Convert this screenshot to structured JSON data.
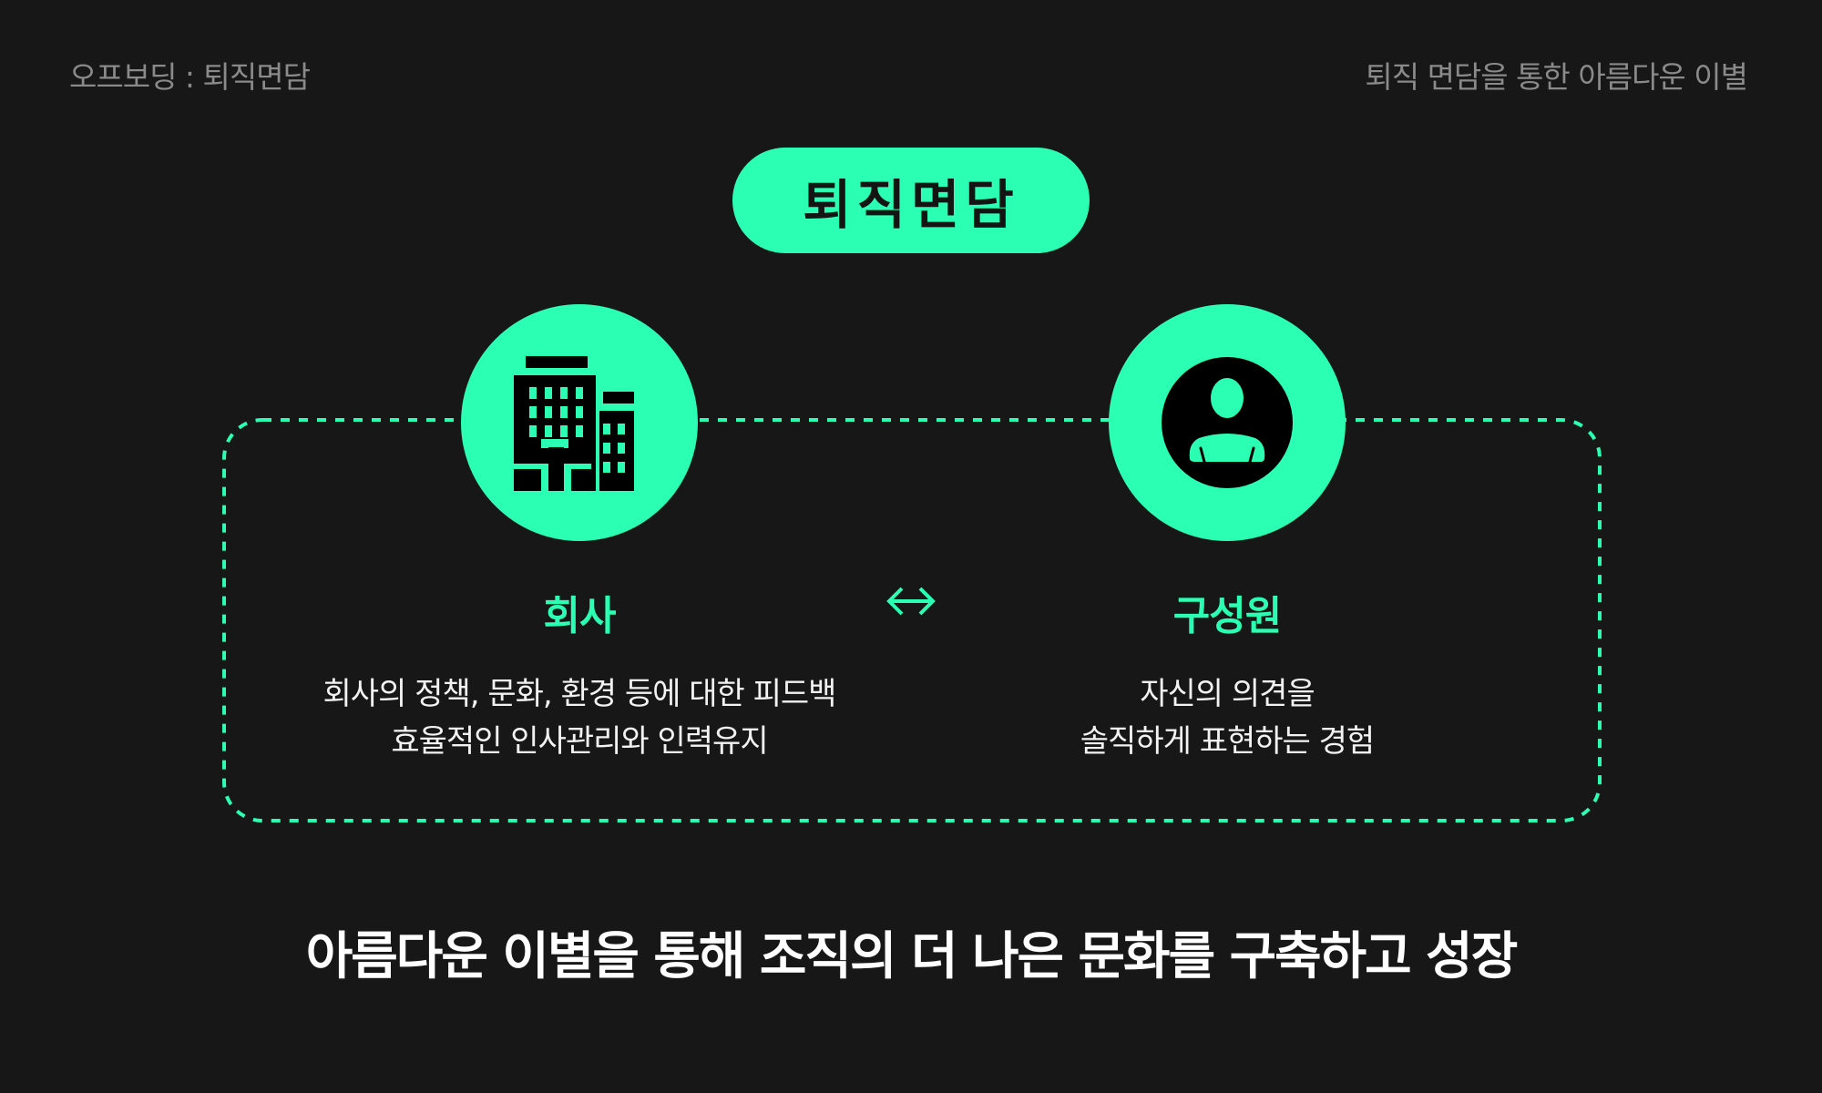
{
  "header": {
    "left": "오프보딩 : 퇴직면담",
    "right": "퇴직 면담을 통한 아름다운 이별"
  },
  "title": "퇴직면담",
  "colors": {
    "accent": "#2affb4",
    "background": "#171717",
    "header_text": "#8a8a8a",
    "body_text": "#f2f2f2"
  },
  "diagram": {
    "connector_icon": "bidirectional-arrow-icon",
    "company": {
      "icon": "office-building-icon",
      "label": "회사",
      "description": [
        "회사의 정책, 문화, 환경 등에 대한 피드백",
        "효율적인 인사관리와 인력유지"
      ]
    },
    "member": {
      "icon": "user-profile-icon",
      "label": "구성원",
      "description": [
        "자신의 의견을",
        "솔직하게 표현하는 경험"
      ]
    }
  },
  "footer": {
    "message": "아름다운 이별을 통해 조직의 더 나은 문화를 구축하고 성장"
  }
}
